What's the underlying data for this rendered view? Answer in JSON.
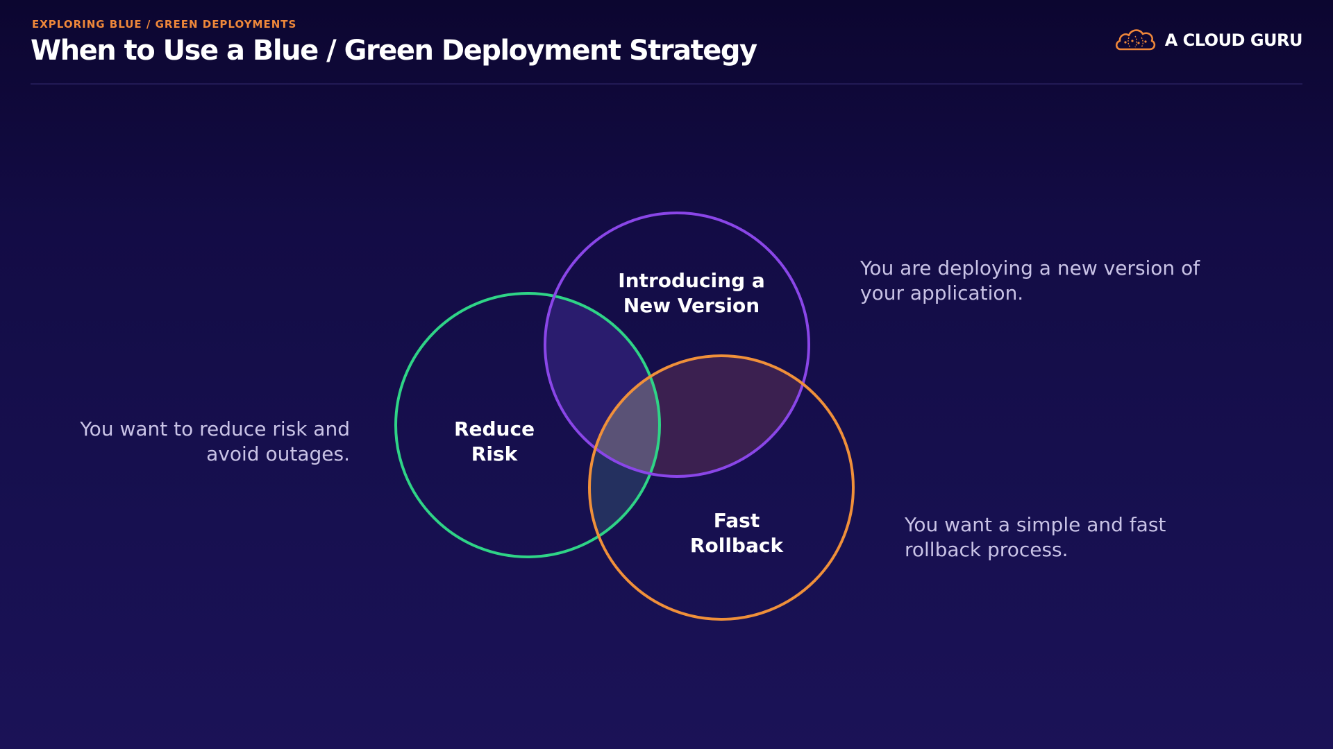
{
  "header": {
    "eyebrow": "EXPLORING BLUE / GREEN DEPLOYMENTS",
    "title": "When to Use a Blue / Green Deployment Strategy",
    "brand_name": "A CLOUD GURU",
    "brand_logo_icon": "cloud-icon"
  },
  "colors": {
    "accent_orange": "#f0883a",
    "circle_green": "#2fd487",
    "circle_purple": "#8a46e8",
    "circle_orange": "#f0903a",
    "description_text": "#c9c3e6"
  },
  "venn": {
    "circles": [
      {
        "key": "reduce_risk",
        "label_lines": [
          "Reduce",
          "Risk"
        ],
        "color": "#2fd487"
      },
      {
        "key": "new_version",
        "label_lines": [
          "Introducing a",
          "New Version"
        ],
        "color": "#8a46e8"
      },
      {
        "key": "fast_rollback",
        "label_lines": [
          "Fast",
          "Rollback"
        ],
        "color": "#f0903a"
      }
    ]
  },
  "descriptions": {
    "reduce_risk": [
      "You want to reduce risk and",
      "avoid outages."
    ],
    "new_version": [
      "You are deploying a new version of",
      "your application."
    ],
    "fast_rollback": [
      "You want a simple and fast",
      "rollback process."
    ]
  }
}
